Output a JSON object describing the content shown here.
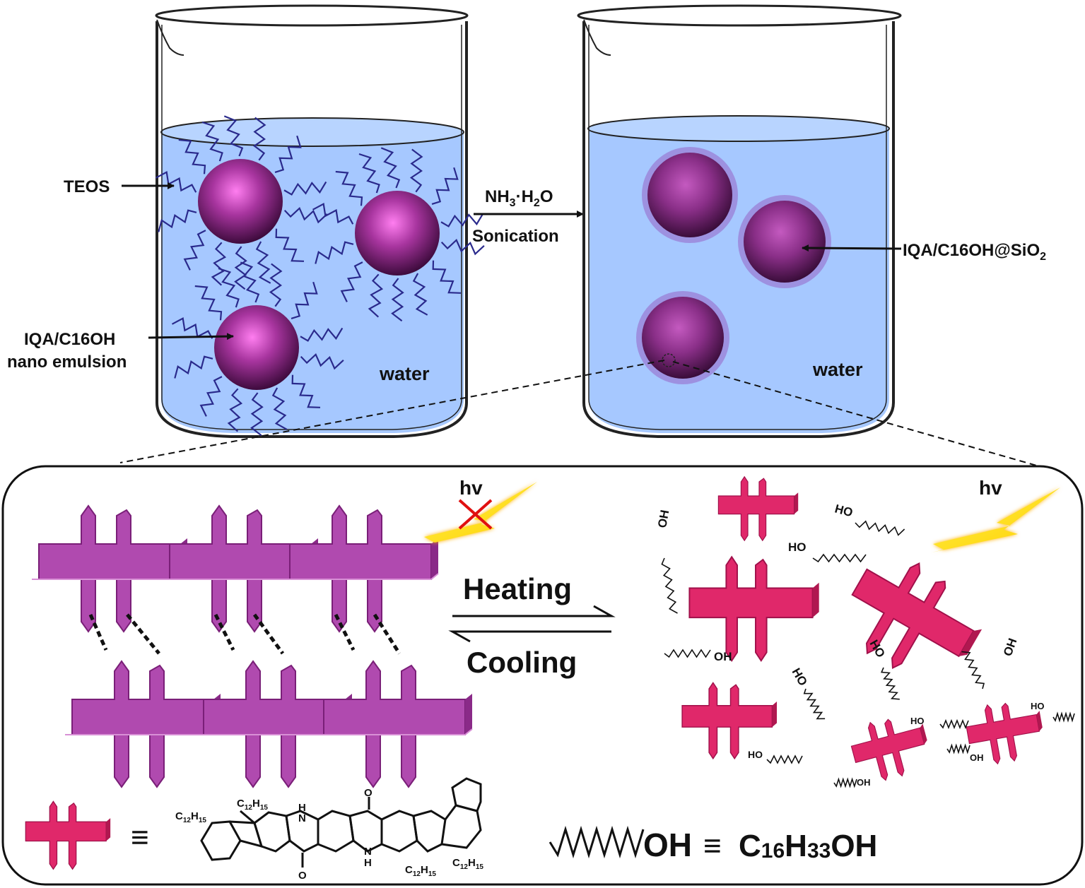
{
  "labels": {
    "teos": "TEOS",
    "emulsion_line1": "IQA/C16OH",
    "emulsion_line2": "nano emulsion",
    "water_left": "water",
    "water_right": "water",
    "reagent": {
      "p1": "NH",
      "s1": "3",
      "p2": "·H",
      "s2": "2",
      "p3": "O"
    },
    "sonication": "Sonication",
    "product": {
      "p1": "IQA/C16OH@SiO",
      "s1": "2"
    },
    "hv_left": "hv",
    "hv_right": "hv",
    "heating": "Heating",
    "cooling": "Cooling",
    "equiv": "≡",
    "oh": "OH",
    "ho": "HO",
    "c16": {
      "p1": "C",
      "s1": "16",
      "p2": "H",
      "s2": "33",
      "p3": "OH"
    },
    "sub_c12": {
      "p1": "C",
      "s1": "12",
      "p2": "H",
      "s2": "15"
    },
    "atom_n": "N",
    "atom_h": "H",
    "atom_o": "O"
  },
  "colors": {
    "water": "#a6c8ff",
    "sphere": "#a8359f",
    "molecule_aggregated": "#b04aaf",
    "molecule_dispersed": "#e0286a",
    "teos_chain": "#2a2a8c",
    "light": "#ffe600"
  }
}
